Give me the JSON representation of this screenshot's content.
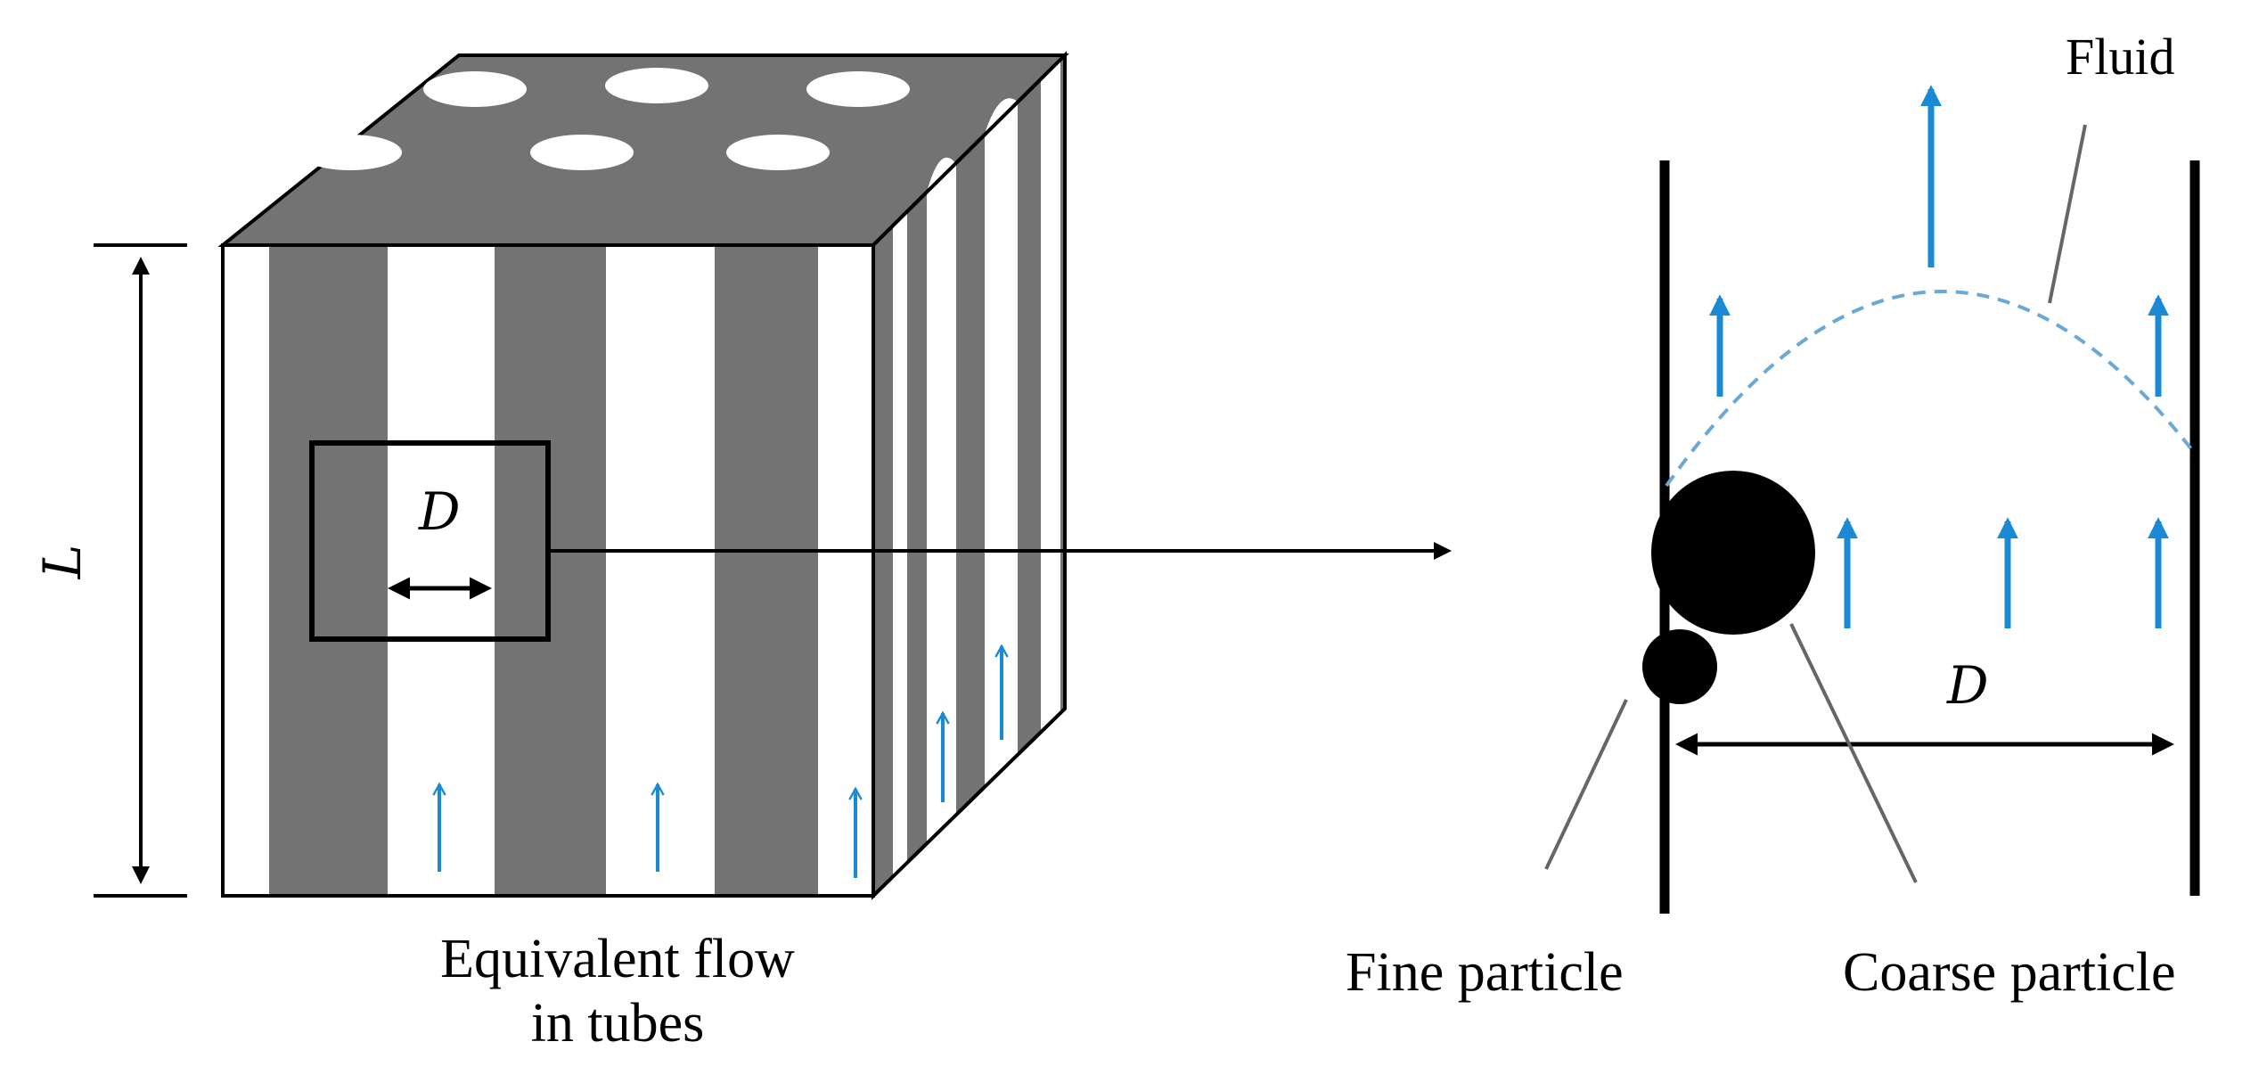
{
  "labels": {
    "cube_height": "L",
    "tube_diameter_cube": "D",
    "tube_diameter_zoom": "D",
    "fluid": "Fluid",
    "equivalent_flow": "Equivalent flow\nin tubes",
    "fine_particle": "Fine particle",
    "coarse_particle": "Coarse particle"
  },
  "colors": {
    "solid_matrix": "#737373",
    "tube": "#ffffff",
    "outline": "#000000",
    "flow_arrow": "#1a8ad4",
    "leader_line": "#666666",
    "particle": "#000000"
  },
  "icons": {
    "flow": "blue-up-arrow",
    "dimension": "double-headed-arrow",
    "zoom": "right-arrow"
  }
}
